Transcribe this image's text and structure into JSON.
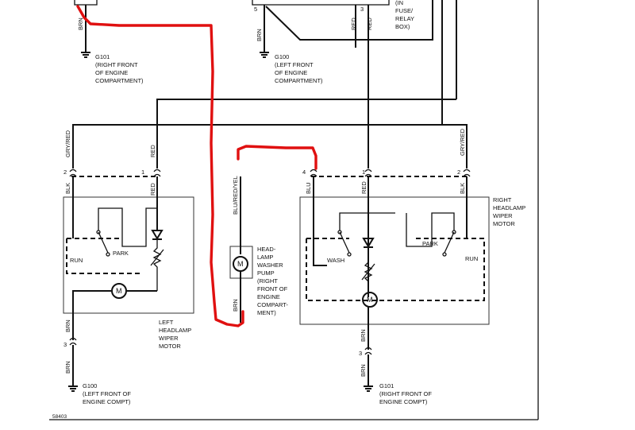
{
  "colors": {
    "highlight": "#e01010",
    "wire": "#111111"
  },
  "grounds": {
    "g101_top": [
      "G101",
      "(RIGHT FRONT",
      "OF ENGINE",
      "COMPARTMENT)"
    ],
    "g100_top": [
      "G100",
      "(LEFT FRONT",
      "OF ENGINE",
      "COMPARTMENT)"
    ],
    "g100_bottom": [
      "G100",
      "(LEFT FRONT OF",
      "ENGINE COMPT)"
    ],
    "g101_bottom": [
      "G101",
      "(RIGHT FRONT OF",
      "ENGINE COMPT)"
    ]
  },
  "relay_note": [
    "(IN",
    "FUSE/",
    "RELAY",
    "BOX)"
  ],
  "components": {
    "left_motor": [
      "LEFT",
      "HEADLAMP",
      "WIPER",
      "MOTOR"
    ],
    "right_motor": [
      "RIGHT",
      "HEADLAMP",
      "WIPER",
      "MOTOR"
    ],
    "pump": [
      "HEAD-",
      "LAMP",
      "WASHER",
      "PUMP",
      "(RIGHT",
      "FRONT OF",
      "ENGINE",
      "COMPART-",
      "MENT)"
    ],
    "motor_symbol": "M"
  },
  "switch_labels": {
    "park": "PARK",
    "run": "RUN",
    "wash": "WASH"
  },
  "wire_colors": {
    "brn": "BRN",
    "red": "RED",
    "gry_red": "GRY/RED",
    "blk": "BLK",
    "blu": "BLU",
    "blu_red_yel": "BLU/RED/YEL"
  },
  "pins": {
    "p1": "1",
    "p2": "2",
    "p3": "3",
    "p4": "4",
    "p5": "5"
  },
  "figure_id": "58403"
}
